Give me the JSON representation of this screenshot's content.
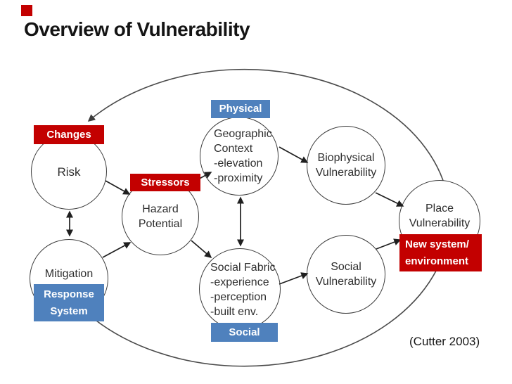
{
  "slide": {
    "title": "Overview of Vulnerability",
    "citation": "(Cutter 2003)"
  },
  "colors": {
    "red": "#c30000",
    "blue": "#4f81bd"
  },
  "circles": {
    "risk": {
      "label": "Risk"
    },
    "hazard": {
      "line1": "Hazard",
      "line2": "Potential"
    },
    "geographic": {
      "line1": "Geographic",
      "line2": "Context",
      "line3": "-elevation",
      "line4": "-proximity"
    },
    "biophysical": {
      "line1": "Biophysical",
      "line2": "Vulnerability"
    },
    "place": {
      "line1": "Place",
      "line2": "Vulnerability"
    },
    "social_vulnerability": {
      "line1": "Social",
      "line2": "Vulnerability"
    },
    "mitigation": {
      "label": "Mitigation"
    },
    "social_fabric": {
      "line1": "Social Fabric",
      "line2": "-experience",
      "line3": "-perception",
      "line4": "-built env."
    }
  },
  "tags": {
    "changes": "Changes",
    "stressors": "Stressors",
    "physical": "Physical",
    "social": "Social",
    "response_line1": "Response",
    "response_line2": "System",
    "new_system_line1": "New system/",
    "new_system_line2": "environment"
  }
}
